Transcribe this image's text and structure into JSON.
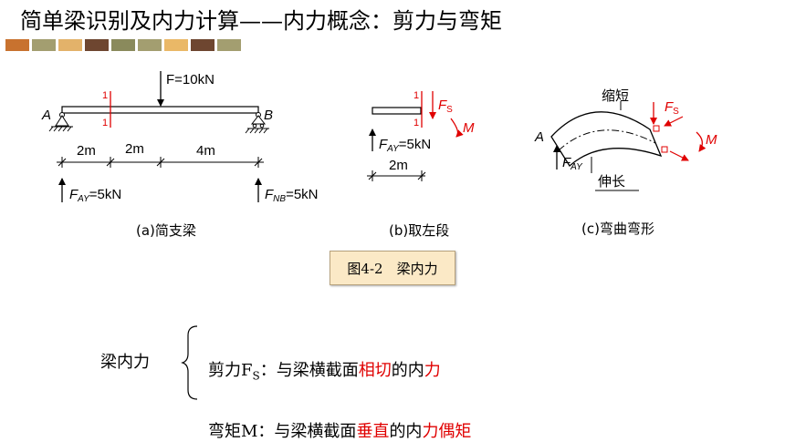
{
  "title": "简单梁识别及内力计算——内力概念：剪力与弯矩",
  "colors": {
    "swatches": [
      "#c8722f",
      "#a39e70",
      "#e3b26a",
      "#6e4630",
      "#8a8a5c",
      "#a39e70",
      "#eab867",
      "#6e4630",
      "#a39e70"
    ],
    "red": "#e00000"
  },
  "figure": {
    "a": {
      "F": "F=10kN",
      "A": "A",
      "B": "B",
      "sec": "1",
      "d1": "2m",
      "d2": "2m",
      "d3": "4m",
      "FAY_F": "F",
      "FAY_sub": "AY",
      "FAY_val": "=5kN",
      "FNB_F": "F",
      "FNB_sub": "NB",
      "FNB_val": "=5kN",
      "caption": "(a)简支梁"
    },
    "b": {
      "sec": "1",
      "FS_F": "F",
      "FS_sub": "S",
      "M": "M",
      "FAY_F": "F",
      "FAY_sub": "AY",
      "FAY_val": "=5kN",
      "d": "2m",
      "caption": "(b)取左段"
    },
    "c": {
      "short": "缩短",
      "long": "伸长",
      "A": "A",
      "FS_F": "F",
      "FS_sub": "S",
      "M": "M",
      "FAY_F": "F",
      "FAY_sub": "AY",
      "caption": "(c)弯曲弯形"
    },
    "label": "图4-2　梁内力"
  },
  "group_label": "梁内力",
  "line1": {
    "prefix": "剪力F",
    "sub": "S",
    "mid": "：与梁横截面",
    "red1": "相切",
    "mid2": "的内",
    "red2": "力"
  },
  "line2": {
    "prefix": "弯矩M：与梁横截面",
    "red1": "垂直",
    "mid": "的内",
    "red2": "力偶矩"
  }
}
